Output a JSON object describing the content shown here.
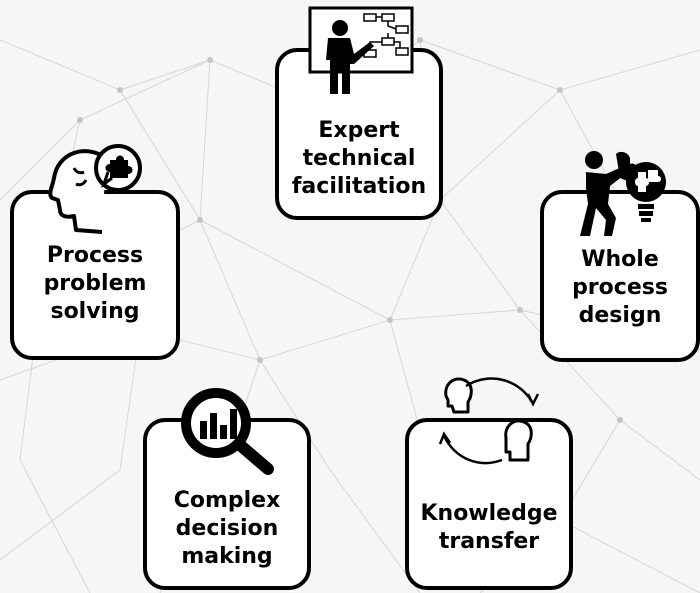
{
  "colors": {
    "background": "#f6f6f6",
    "card_fill": "#ffffff",
    "ink": "#000000",
    "network": "#c8c8c8"
  },
  "cards": [
    {
      "id": "expert",
      "label": "Expert\ntechnical\nfacilitation",
      "icon": "presenter-flowchart-icon"
    },
    {
      "id": "process-problem",
      "label": "Process\nproblem\nsolving",
      "icon": "head-puzzle-icon"
    },
    {
      "id": "whole-process",
      "label": "Whole\nprocess\ndesign",
      "icon": "person-puzzle-bulb-icon"
    },
    {
      "id": "complex-decision",
      "label": "Complex\ndecision\nmaking",
      "icon": "magnifier-chart-icon"
    },
    {
      "id": "knowledge-transfer",
      "label": "Knowledge\ntransfer",
      "icon": "heads-exchange-icon"
    }
  ]
}
